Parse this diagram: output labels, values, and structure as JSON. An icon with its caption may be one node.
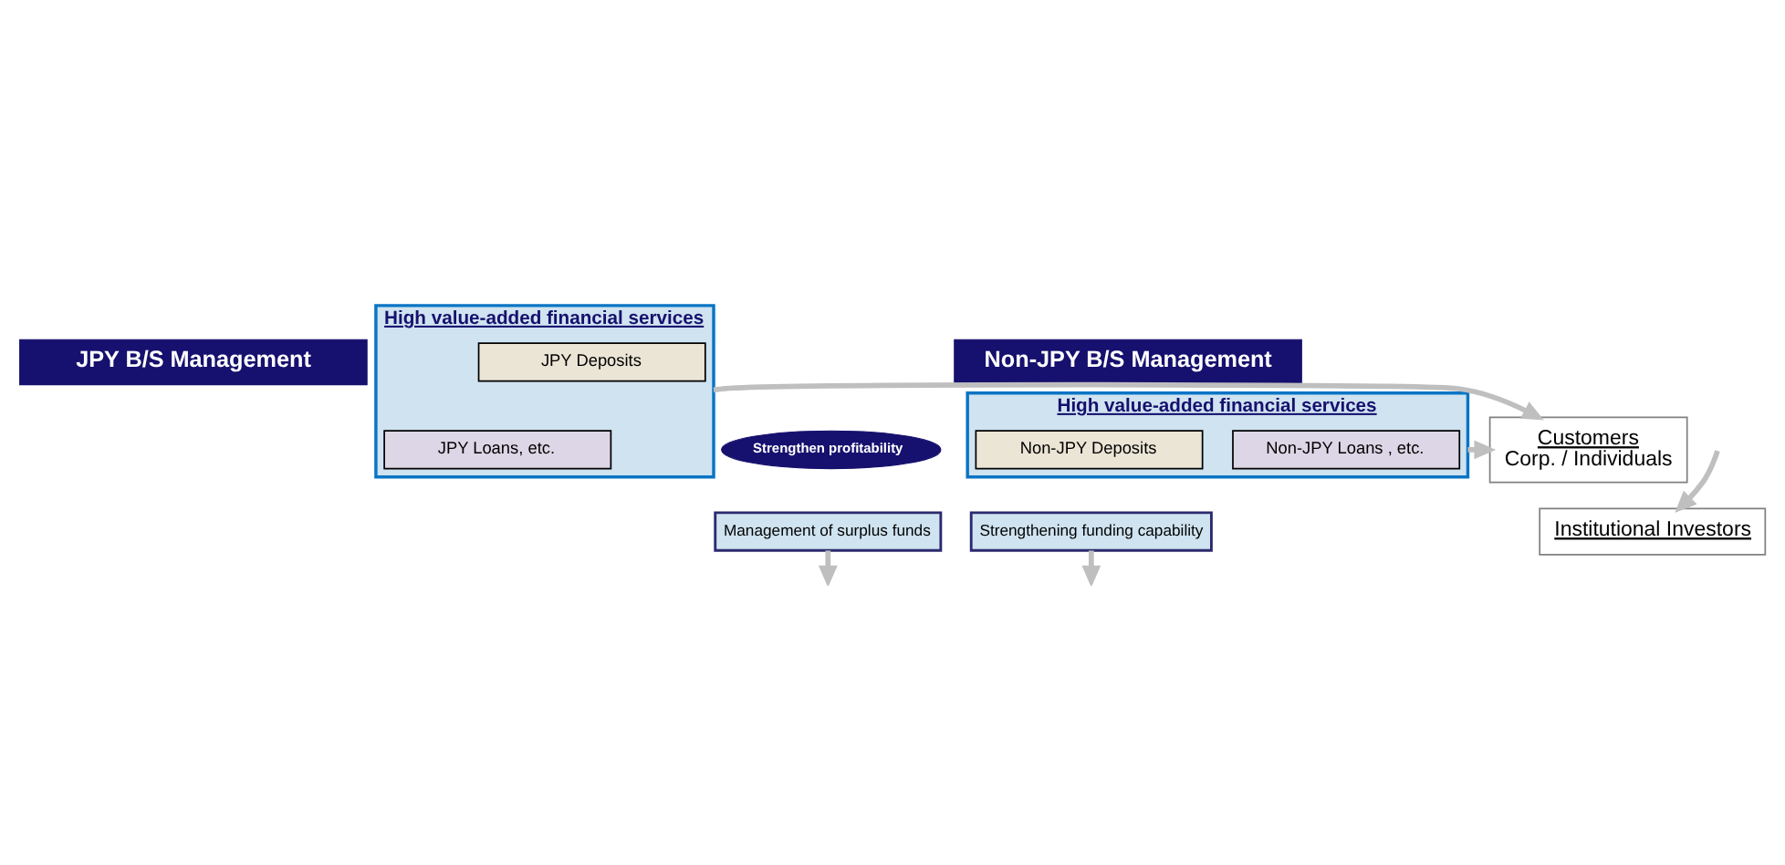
{
  "diagram": {
    "nodes": [
      {
        "text": [
          "JPY B/S Management"
        ]
      },
      {
        "text": [
          "Non-JPY B/S Management"
        ]
      },
      {
        "text": [
          "High value-added financial services"
        ]
      },
      {
        "text": [
          "JPY Loans, etc."
        ],
        "in": 2
      },
      {
        "text": [
          "JPY Deposits"
        ],
        "in": 2
      },
      {
        "text": [
          "Customers",
          "Corp. / Individuals"
        ]
      },
      {
        "text": [
          "High value-added financial services"
        ]
      },
      {
        "text": [
          "Non-JPY Loans , etc."
        ],
        "in": 6
      },
      {
        "text": [
          "Non-JPY Deposits"
        ],
        "in": 6
      },
      {
        "text": [
          "Strengthen profitability"
        ]
      },
      {
        "text": [
          "Management of surplus funds"
        ]
      },
      {
        "text": [
          "Institutional Investors"
        ]
      },
      {
        "text": [
          "Strengthening funding capability"
        ]
      }
    ],
    "edges": [
      {
        "from": 2,
        "to": 5,
        "arrow": "to"
      },
      {
        "from": 6,
        "to": 5,
        "arrow": "to"
      },
      {
        "from": 10,
        "to": null,
        "arrow": "to"
      },
      {
        "from": null,
        "to": 11,
        "arrow": "to"
      },
      {
        "from": 12,
        "to": null,
        "arrow": "to"
      }
    ]
  }
}
